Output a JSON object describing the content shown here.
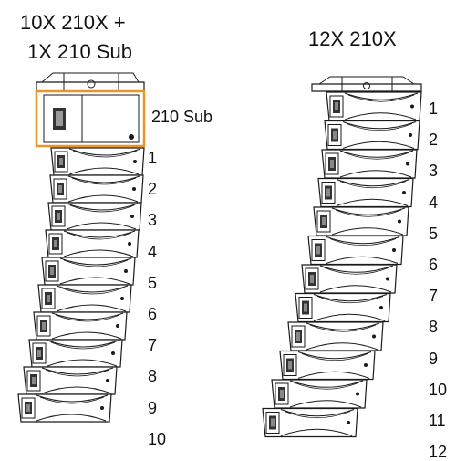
{
  "left_array": {
    "title_line1": "10X  210X +",
    "title_line2": "1X 210 Sub",
    "sub_label": "210 Sub",
    "box_labels": [
      "1",
      "2",
      "3",
      "4",
      "5",
      "6",
      "7",
      "8",
      "9",
      "10"
    ]
  },
  "right_array": {
    "title": "12X  210X",
    "box_labels": [
      "1",
      "2",
      "3",
      "4",
      "5",
      "6",
      "7",
      "8",
      "9",
      "10",
      "11",
      "12"
    ]
  },
  "colors": {
    "highlight": "#e8962a",
    "line": "#1a1a1a"
  }
}
